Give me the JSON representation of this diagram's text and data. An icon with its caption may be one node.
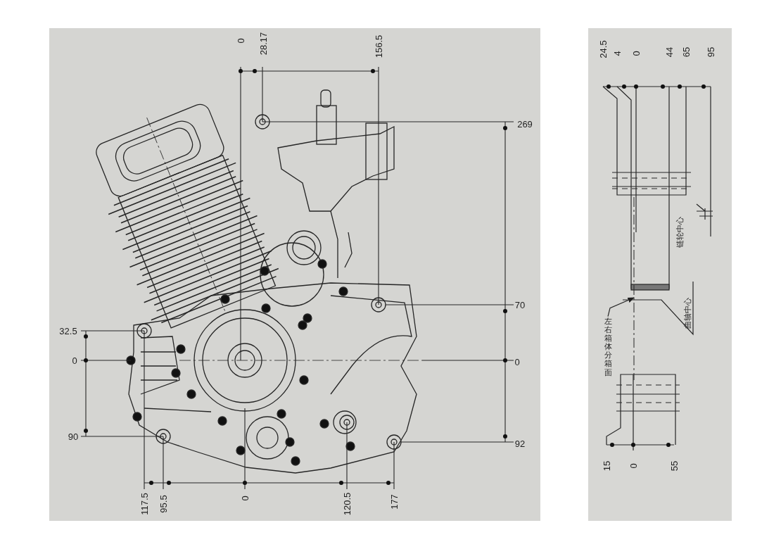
{
  "diagram": {
    "nodes": [
      {
        "text": [
          "左右箱体分箱面"
        ]
      },
      {
        "text": [],
        "shape": "line"
      }
    ],
    "edges": [
      {
        "from": 0,
        "to": 1,
        "arrow": "to"
      }
    ],
    "labels": [
      "0",
      "28.17",
      "156.5",
      "24.5",
      "4",
      "0",
      "44",
      "65",
      "95",
      "269",
      "链轮中心",
      "70",
      "曲轴中心",
      "32.5",
      "0",
      "0",
      "90",
      "92",
      "15",
      "0",
      "55",
      "117.5",
      "95.5",
      "0",
      "120.5",
      "177"
    ]
  }
}
